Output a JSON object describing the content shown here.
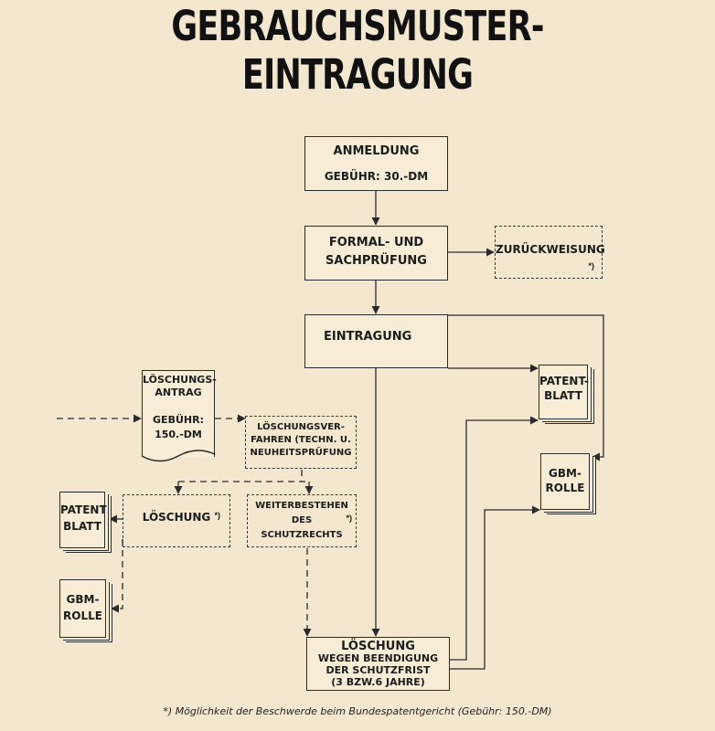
{
  "title": "GEBRAUCHSMUSTER-EINTRAGUNG",
  "nodes": {
    "anmeldung": {
      "line1": "ANMELDUNG",
      "line2": "GEBÜHR: 30.-DM"
    },
    "pruefung": {
      "line1": "FORMAL- UND",
      "line2": "SACHPRÜFUNG"
    },
    "zurueckweisung": {
      "label": "ZURÜCKWEISUNG",
      "mark": "*)"
    },
    "eintragung": {
      "label": "EINTRAGUNG"
    },
    "patentblatt_right": {
      "line1": "PATENT-",
      "line2": "BLATT"
    },
    "gbmrolle_right": {
      "line1": "GBM-",
      "line2": "ROLLE"
    },
    "loeschungsantrag": {
      "line1": "LÖSCHUNGS-",
      "line2": "ANTRAG",
      "line3": "GEBÜHR:",
      "line4": "150.-DM"
    },
    "loeschungsverfahren": {
      "line1": "LÖSCHUNGSVER-",
      "line2": "FAHREN (TECHN. U.",
      "line3": "NEUHEITSPRÜFUNG"
    },
    "loeschung": {
      "label": "LÖSCHUNG",
      "mark": "*)"
    },
    "weiterbestehen": {
      "line1": "WEITERBESTEHEN",
      "line2": "DES",
      "line3": "SCHUTZRECHTS",
      "mark": "*)"
    },
    "patentblatt_left": {
      "line1": "PATENT",
      "line2": "BLATT"
    },
    "gbmrolle_left": {
      "line1": "GBM-",
      "line2": "ROLLE"
    },
    "loeschung_frist": {
      "line1": "LÖSCHUNG",
      "line2": "WEGEN BEENDIGUNG",
      "line3": "DER SCHUTZFRIST",
      "line4": "(3 BZW.6 JAHRE)"
    }
  },
  "footnote": "*) Möglichkeit der Beschwerde beim Bundespatentgericht (Gebühr: 150.-DM)"
}
